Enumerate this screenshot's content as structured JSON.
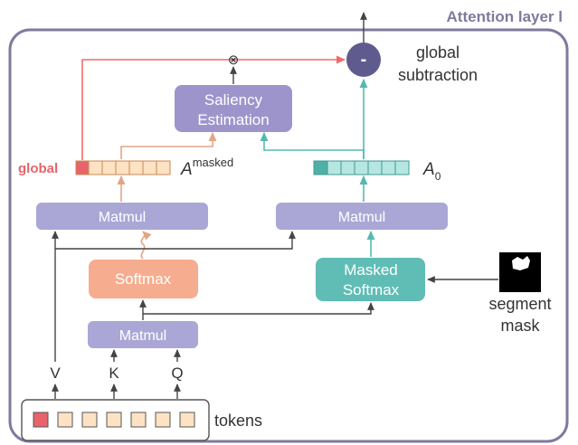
{
  "title": "Attention layer l",
  "colors": {
    "frame": "#7f7a9e",
    "purple_box": "#aaa7d6",
    "saliency_box": "#9d94cc",
    "orange_box": "#f6ad8f",
    "teal_box": "#5fbdb5",
    "circle": "#5f5b8e",
    "red_line": "#ee6a6a",
    "orange_line": "#e2a587",
    "teal_line": "#56b9b0",
    "dark_line": "#444444",
    "global_text": "#e8636b",
    "token_fill": "#fde2c4",
    "token_stroke": "#c98a52",
    "token_first": "#e8636b",
    "teal_cell": "#b6e6e1",
    "teal_cell_dark": "#4fb0a8"
  },
  "boxes": {
    "saliency_line1": "Saliency",
    "saliency_line2": "Estimation",
    "matmul_left": "Matmul",
    "matmul_right": "Matmul",
    "softmax": "Softmax",
    "masked_softmax_line1": "Masked",
    "masked_softmax_line2": "Softmax",
    "matmul_bottom": "Matmul"
  },
  "labels": {
    "global": "global",
    "a_masked": "A",
    "a_masked_sup": "masked",
    "a0": "A",
    "a0_sub": "0",
    "minus": "-",
    "global_subtraction_line1": "global",
    "global_subtraction_line2": "subtraction",
    "v": "V",
    "k": "K",
    "q": "Q",
    "tokens": "tokens",
    "segment_line1": "segment",
    "segment_line2": "mask",
    "otimes": "⊗"
  }
}
